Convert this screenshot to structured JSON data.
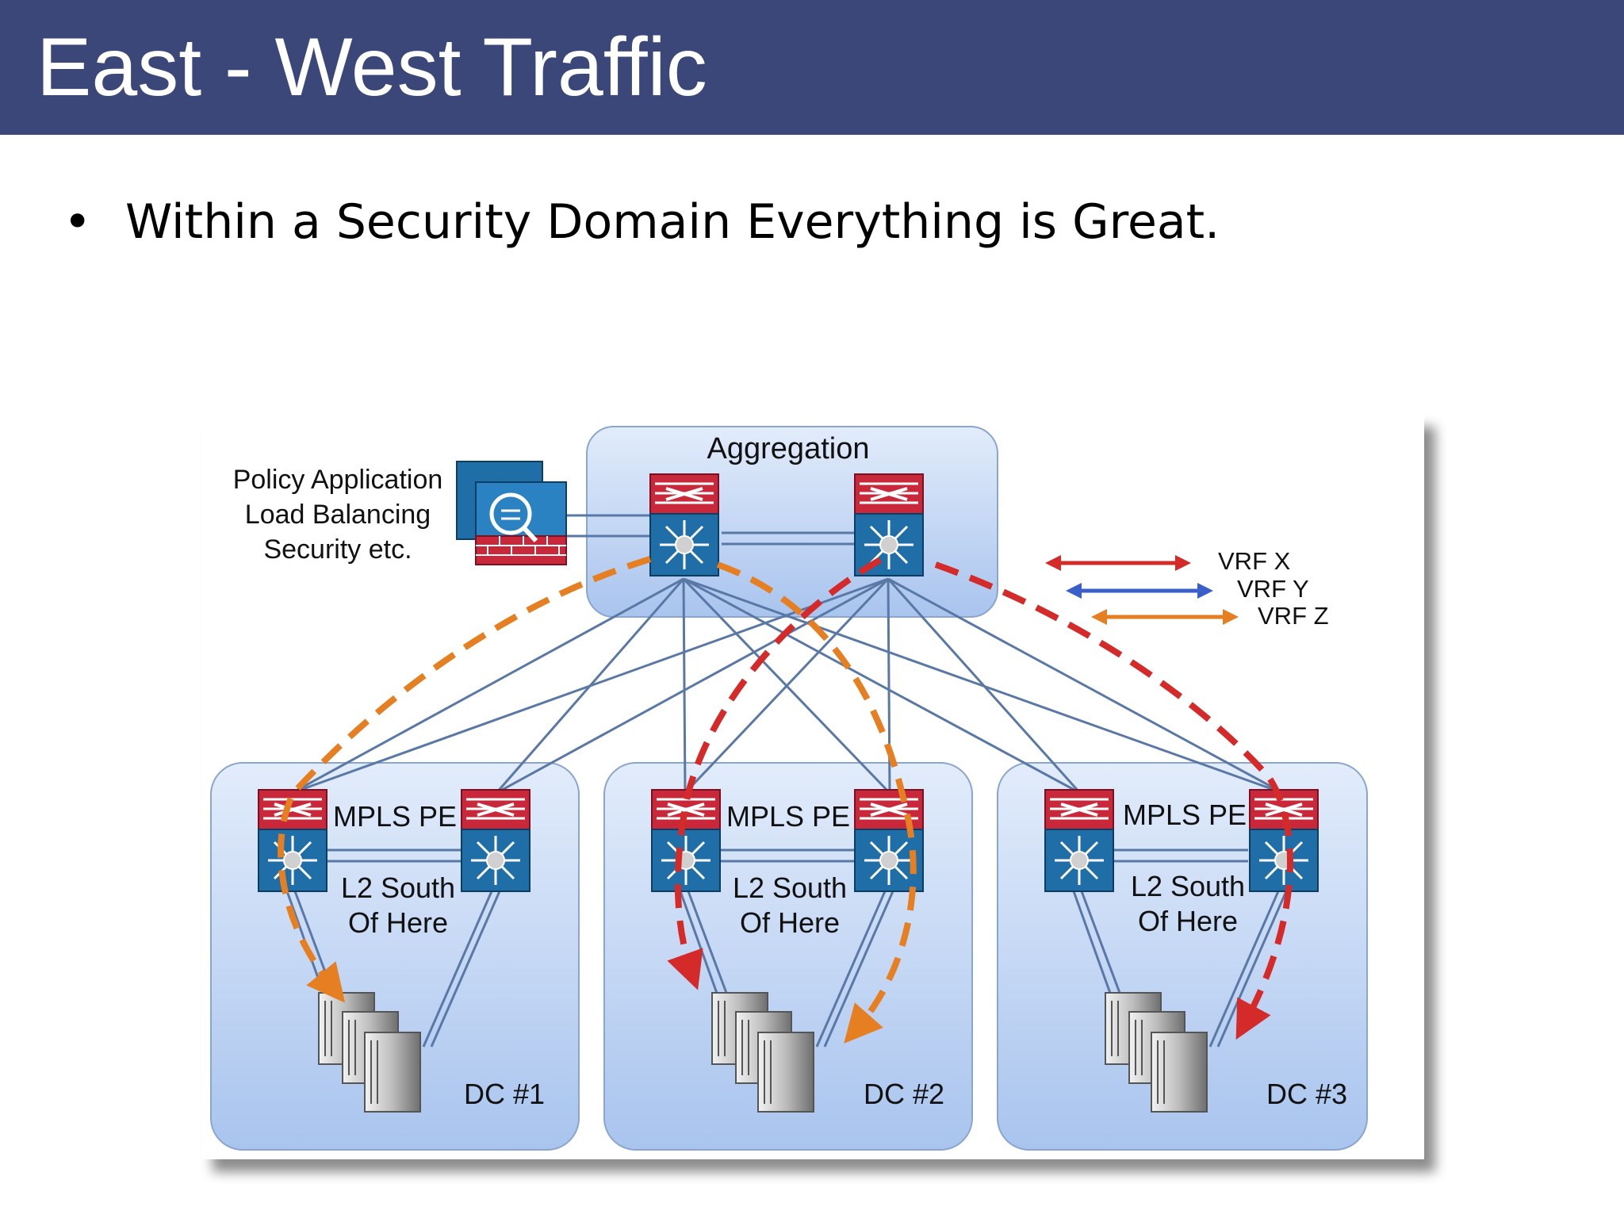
{
  "slide": {
    "title": "East - West Traffic",
    "bullets": [
      "Within a Security Domain Everything is Great."
    ]
  },
  "diagram": {
    "aggregation_label": "Aggregation",
    "policy_lines": [
      "Policy Application",
      "Load Balancing",
      "Security etc."
    ],
    "legend": [
      {
        "label": "VRF X",
        "color": "#d42a2a"
      },
      {
        "label": "VRF Y",
        "color": "#3a5fc8"
      },
      {
        "label": "VRF Z",
        "color": "#e67e22"
      }
    ],
    "data_centers": [
      {
        "name": "DC #1",
        "pe_label": "MPLS PE",
        "l2_line1": "L2 South",
        "l2_line2": "Of Here"
      },
      {
        "name": "DC #2",
        "pe_label": "MPLS PE",
        "l2_line1": "L2 South",
        "l2_line2": "Of Here"
      },
      {
        "name": "DC #3",
        "pe_label": "MPLS PE",
        "l2_line1": "L2 South",
        "l2_line2": "Of Here"
      }
    ],
    "colors": {
      "title_bar": "#3a4778",
      "domain_fill": "#c9dbf6",
      "link": "#5a78a6",
      "vrf_x": "#d42a2a",
      "vrf_z": "#e67e22",
      "switch_red": "#c8283a",
      "switch_blue": "#1f6ea8"
    }
  }
}
